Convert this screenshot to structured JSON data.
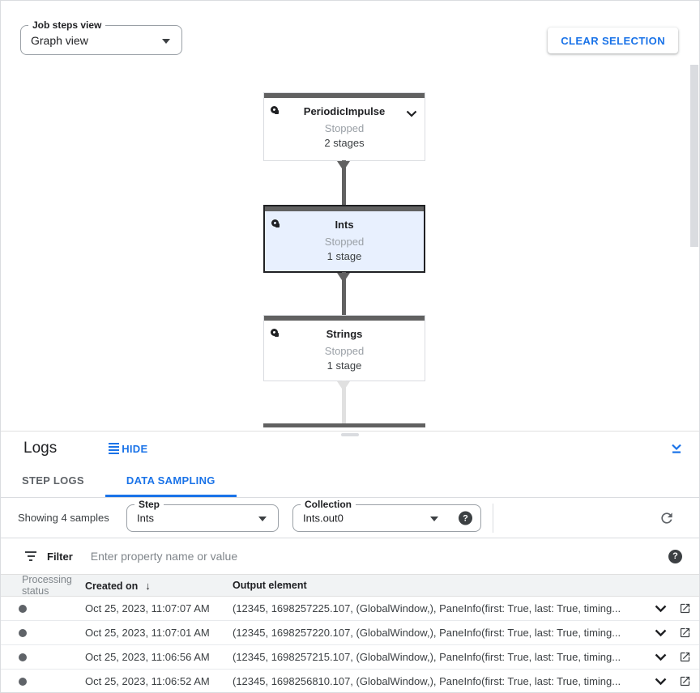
{
  "graph": {
    "steps_view": {
      "label": "Job steps view",
      "value": "Graph view"
    },
    "clear_selection_label": "CLEAR SELECTION",
    "nodes": [
      {
        "name": "PeriodicImpulse",
        "status": "Stopped",
        "stages": "2 stages",
        "selected": false
      },
      {
        "name": "Ints",
        "status": "Stopped",
        "stages": "1 stage",
        "selected": true
      },
      {
        "name": "Strings",
        "status": "Stopped",
        "stages": "1 stage",
        "selected": false
      }
    ]
  },
  "logs": {
    "title": "Logs",
    "hide_label": "HIDE",
    "tabs": [
      {
        "label": "STEP LOGS",
        "active": false
      },
      {
        "label": "DATA SAMPLING",
        "active": true
      }
    ],
    "toolbar": {
      "showing": "Showing 4 samples",
      "step": {
        "label": "Step",
        "value": "Ints"
      },
      "collection": {
        "label": "Collection",
        "value": "Ints.out0"
      },
      "help_glyph": "?"
    },
    "filter": {
      "label": "Filter",
      "placeholder": "Enter property name or value",
      "help_glyph": "?"
    },
    "table": {
      "columns": [
        "Processing status",
        "Created on",
        "Output element"
      ],
      "sort_icon": "↓",
      "rows": [
        {
          "created": "Oct 25, 2023, 11:07:07 AM",
          "output": "(12345, 1698257225.107, (GlobalWindow,), PaneInfo(first: True, last: True, timing..."
        },
        {
          "created": "Oct 25, 2023, 11:07:01 AM",
          "output": "(12345, 1698257220.107, (GlobalWindow,), PaneInfo(first: True, last: True, timing..."
        },
        {
          "created": "Oct 25, 2023, 11:06:56 AM",
          "output": "(12345, 1698257215.107, (GlobalWindow,), PaneInfo(first: True, last: True, timing..."
        },
        {
          "created": "Oct 25, 2023, 11:06:52 AM",
          "output": "(12345, 1698256810.107, (GlobalWindow,), PaneInfo(first: True, last: True, timing..."
        }
      ]
    }
  },
  "colors": {
    "accent_blue": "#1a73e8",
    "selected_node_bg": "#e8f0fe",
    "node_bar_dark": "#616161",
    "edge_light": "#e0e0e0",
    "status_gray": "#9aa0a6"
  }
}
